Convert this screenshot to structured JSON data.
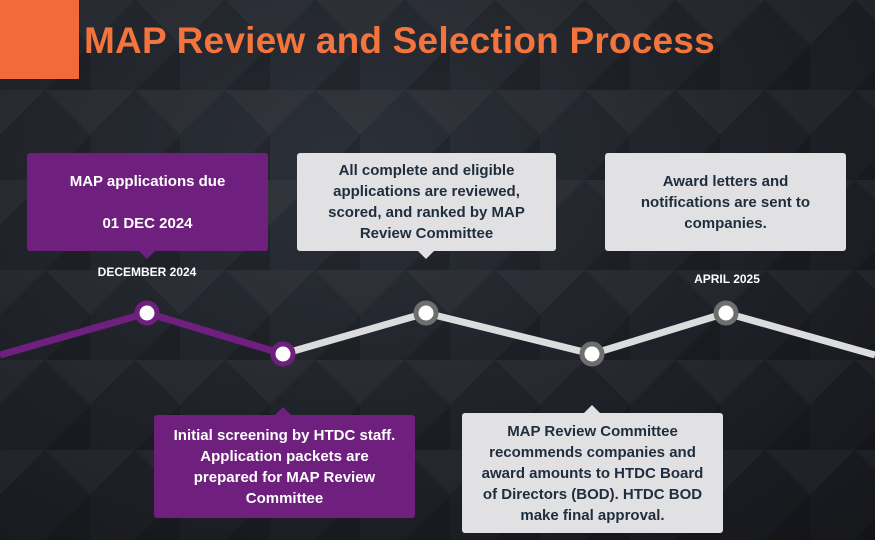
{
  "title": "MAP Review and Selection Process",
  "colors": {
    "accent": "#f26a3a",
    "title": "#f4743d",
    "purple": "#6f1f7e",
    "gray": "#dcdcde",
    "node_gray": "#6e6e6e"
  },
  "milestones": [
    {
      "lines": [
        "MAP applications due",
        "01 DEC 2024"
      ],
      "date": "DECEMBER 2024"
    },
    {
      "lines": [
        "Initial screening by HTDC staff. Application packets are prepared for MAP Review Committee"
      ]
    },
    {
      "lines": [
        "All complete and eligible applications are reviewed, scored, and ranked by MAP Review Committee"
      ]
    },
    {
      "lines": [
        "MAP Review Committee recommends companies and award amounts to HTDC Board of Directors (BOD). HTDC BOD make final approval."
      ]
    },
    {
      "lines": [
        "Award letters and notifications are sent to companies."
      ],
      "date": "APRIL 2025"
    }
  ]
}
